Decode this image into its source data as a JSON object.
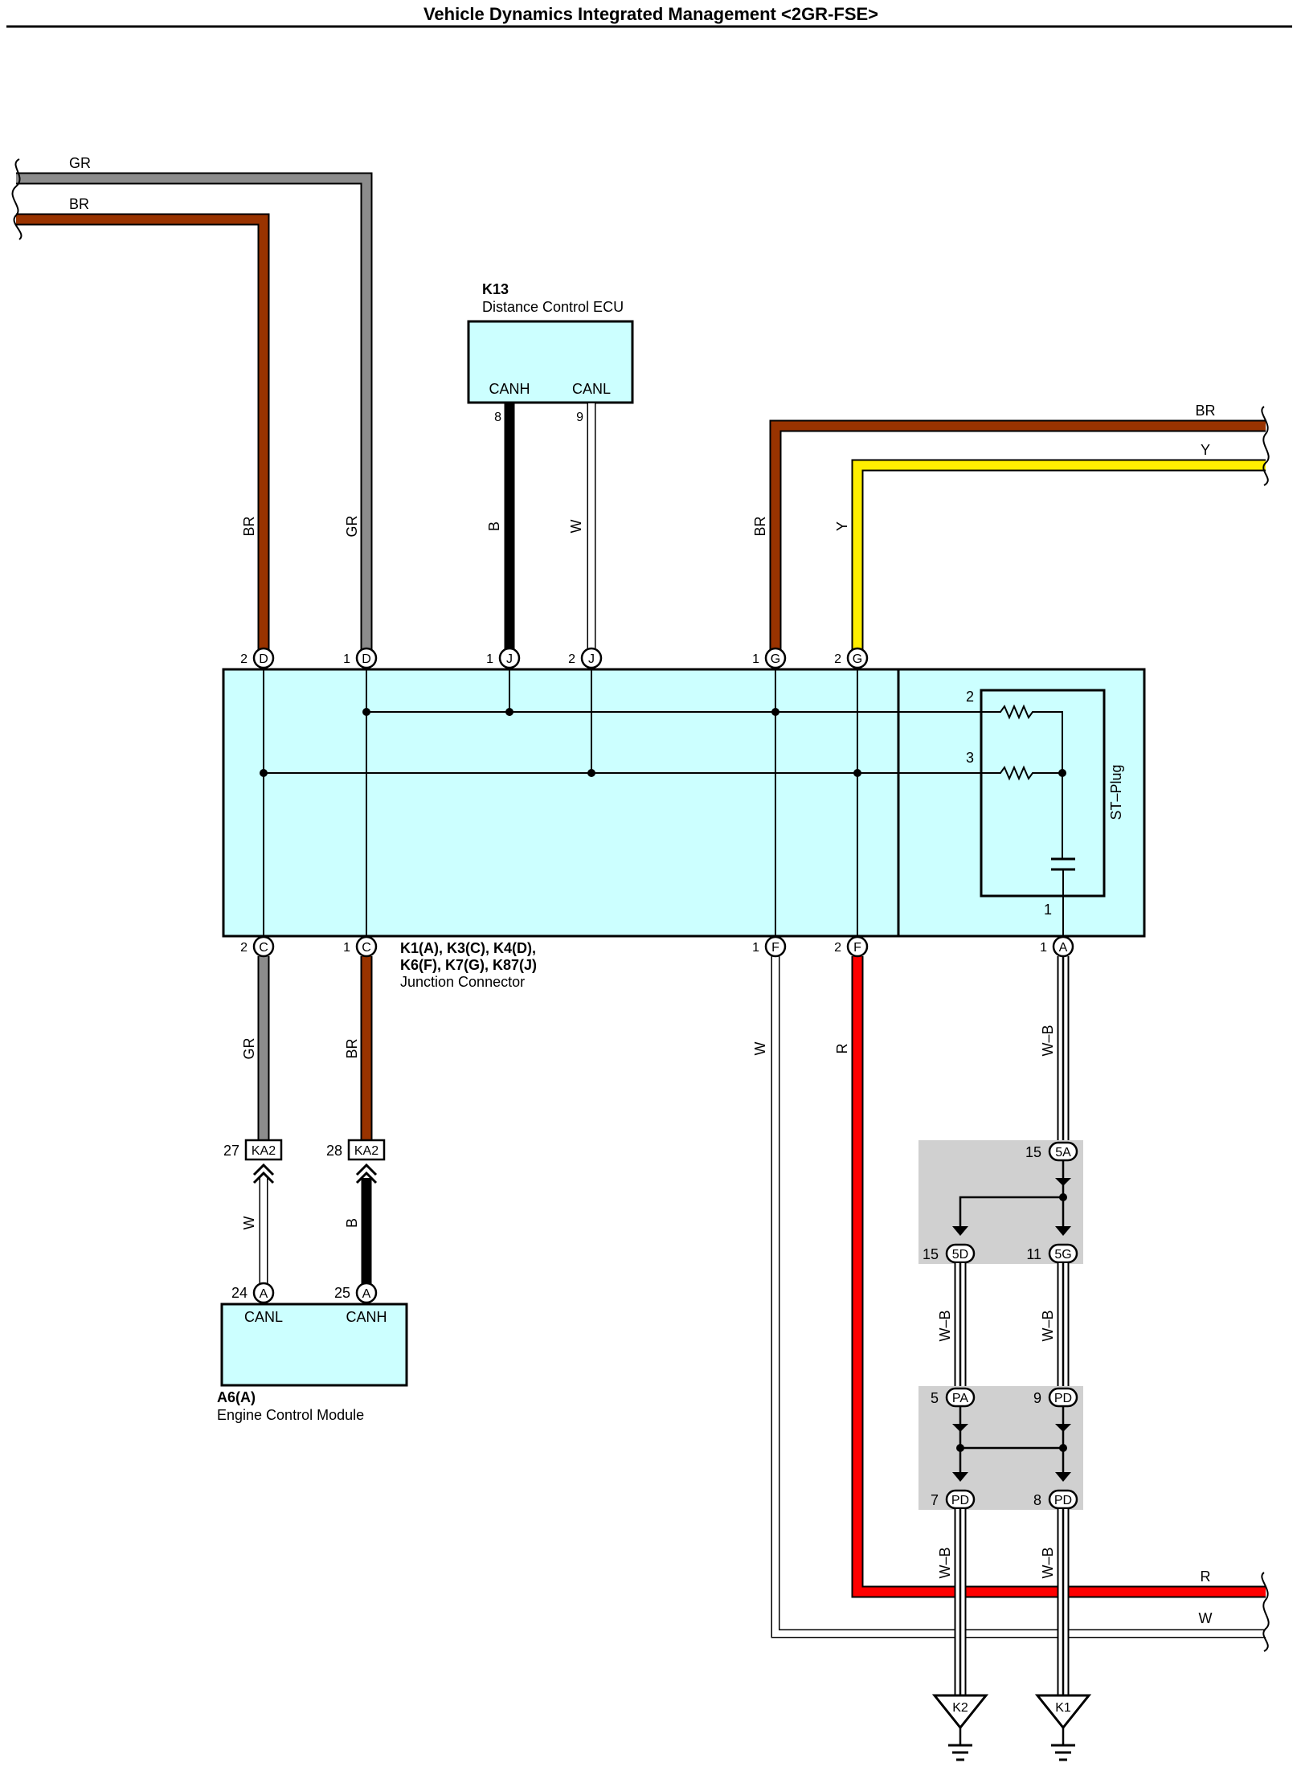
{
  "title": "Vehicle Dynamics Integrated Management <2GR-FSE>",
  "colors": {
    "BR": "#993300",
    "GR": "#8c8c8c",
    "Y": "#ffee00",
    "R": "#ff0000",
    "B": "#000000",
    "W": "#ffffff",
    "box_fill": "#ccffff",
    "splice_fill": "#d0d0d0"
  },
  "components": {
    "k13": {
      "code": "K13",
      "name": "Distance Control ECU",
      "pin_canh": "CANH",
      "pin_canl": "CANL",
      "pin_canh_no": "8",
      "pin_canl_no": "9"
    },
    "a6": {
      "code": "A6(A)",
      "name": "Engine Control Module",
      "pin_canl": "CANL",
      "pin_canh": "CANH",
      "pin_canl_no": "24",
      "pin_canh_no": "25",
      "terminal": "A"
    },
    "junction": {
      "code_line1": "K1(A), K3(C), K4(D),",
      "code_line2": "K6(F), K7(G), K87(J)",
      "name": "Junction Connector"
    },
    "stplug": {
      "name": "ST–Plug",
      "pin2": "2",
      "pin3": "3",
      "pin1": "1"
    }
  },
  "wire_labels": {
    "top_gr": "GR",
    "top_br": "BR",
    "left_br": "BR",
    "left_gr": "GR",
    "k13_b": "B",
    "k13_w": "W",
    "g_br": "BR",
    "g_y": "Y",
    "right_br": "BR",
    "right_y": "Y",
    "c_gr": "GR",
    "c_br": "BR",
    "ka2_w": "W",
    "ka2_b": "B",
    "f_w": "W",
    "f_r": "R",
    "a_wb": "W–B",
    "mid_wb_left": "W–B",
    "mid_wb_right": "W–B",
    "low_wb_left": "W–B",
    "low_wb_right": "W–B",
    "bottom_r": "R",
    "bottom_w": "W"
  },
  "terminals": {
    "top": [
      {
        "num": "2",
        "letter": "D"
      },
      {
        "num": "1",
        "letter": "D"
      },
      {
        "num": "1",
        "letter": "J"
      },
      {
        "num": "2",
        "letter": "J"
      },
      {
        "num": "1",
        "letter": "G"
      },
      {
        "num": "2",
        "letter": "G"
      }
    ],
    "bottom": [
      {
        "num": "2",
        "letter": "C"
      },
      {
        "num": "1",
        "letter": "C"
      },
      {
        "num": "1",
        "letter": "F"
      },
      {
        "num": "2",
        "letter": "F"
      },
      {
        "num": "1",
        "letter": "A"
      }
    ]
  },
  "ka2": {
    "label": "KA2",
    "pin_left": "27",
    "pin_right": "28"
  },
  "splice1": {
    "top": {
      "num": "15",
      "code": "5A"
    },
    "bl": {
      "num": "15",
      "code": "5D"
    },
    "br": {
      "num": "11",
      "code": "5G"
    }
  },
  "splice2": {
    "tl": {
      "num": "5",
      "code": "PA"
    },
    "tr": {
      "num": "9",
      "code": "PD"
    },
    "bl": {
      "num": "7",
      "code": "PD"
    },
    "br": {
      "num": "8",
      "code": "PD"
    }
  },
  "grounds": {
    "left": "K2",
    "right": "K1"
  }
}
